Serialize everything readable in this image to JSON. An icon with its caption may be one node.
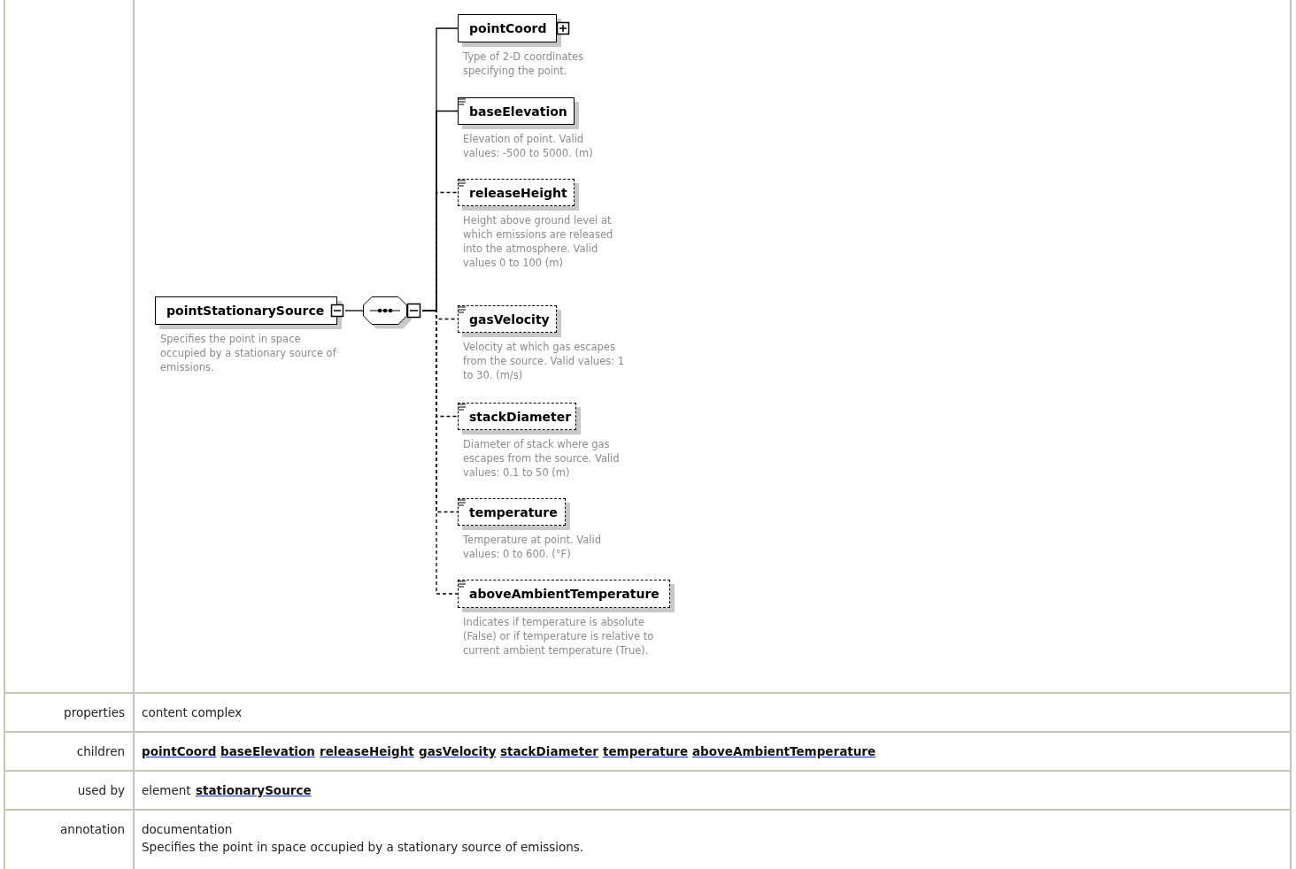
{
  "diagram": {
    "nodes": [
      {
        "text": [
          "pointStationarySource"
        ],
        "beside": [
          "Specifies the point in space occupied by a stationary source of emissions."
        ]
      },
      {
        "text": [],
        "shape": "octagon"
      },
      {
        "text": [
          "pointCoord"
        ],
        "beside": [
          "Type of 2-D coordinates specifying the point."
        ]
      },
      {
        "text": [
          "baseElevation"
        ],
        "beside": [
          "Elevation of point. Valid values: -500 to 5000. (m)"
        ]
      },
      {
        "text": [
          "releaseHeight"
        ],
        "beside": [
          "Height above ground level at which emissions are released into the atmosphere. Valid values 0 to 100 (m)"
        ]
      },
      {
        "text": [
          "gasVelocity"
        ],
        "beside": [
          "Velocity at which gas escapes from the source. Valid values: 1 to 30. (m/s)"
        ]
      },
      {
        "text": [
          "stackDiameter"
        ],
        "beside": [
          "Diameter of stack where gas escapes from the source. Valid values: 0.1 to 50 (m)"
        ]
      },
      {
        "text": [
          "temperature"
        ],
        "beside": [
          "Temperature at point. Valid values: 0 to 600. (°F)"
        ]
      },
      {
        "text": [
          "aboveAmbientTemperature"
        ],
        "beside": [
          "Indicates if temperature is absolute (False) or if temperature is relative to current ambient temperature (True)."
        ]
      }
    ],
    "edges": [
      {
        "from": 0,
        "to": 1,
        "arrow": "none"
      },
      {
        "from": 1,
        "to": 2,
        "arrow": "none"
      },
      {
        "from": 1,
        "to": 3,
        "arrow": "none"
      },
      {
        "from": 1,
        "to": 4,
        "arrow": "none",
        "style": "dashed"
      },
      {
        "from": 1,
        "to": 5,
        "arrow": "none",
        "style": "dashed"
      },
      {
        "from": 1,
        "to": 6,
        "arrow": "none",
        "style": "dashed"
      },
      {
        "from": 1,
        "to": 7,
        "arrow": "none",
        "style": "dashed"
      },
      {
        "from": 1,
        "to": 8,
        "arrow": "none",
        "style": "dashed"
      }
    ],
    "labels": [
      "properties",
      "content complex",
      "children",
      "pointCoord",
      "baseElevation",
      "releaseHeight",
      "gasVelocity",
      "stackDiameter",
      "temperature",
      "aboveAmbientTemperature",
      "used by",
      "element",
      "stationarySource",
      "annotation",
      "documentation",
      "Specifies the point in space occupied by a stationary source of emissions."
    ]
  }
}
